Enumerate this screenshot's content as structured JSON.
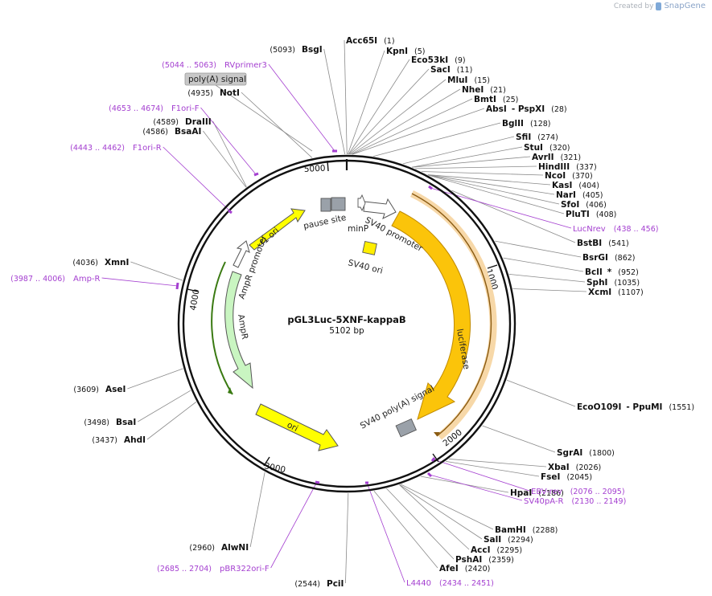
{
  "credit": {
    "prefix": "Created by",
    "brand": "SnapGene"
  },
  "plasmid": {
    "name": "pGL3Luc-5XNF-kappaB",
    "size_label": "5102 bp",
    "length": 5102
  },
  "ticks": [
    "1000",
    "2000",
    "3000",
    "4000",
    "5000"
  ],
  "features": [
    {
      "id": "luciferase",
      "label": "luciferase",
      "color": "#f6c40d"
    },
    {
      "id": "sv40-promoter",
      "label": "SV40 promoter",
      "color": "#ffffff"
    },
    {
      "id": "minp",
      "label": "minP",
      "color": "#ffffff"
    },
    {
      "id": "pause-site",
      "label": "pause site",
      "color": "#9aa1a9"
    },
    {
      "id": "sv40-ori",
      "label": "SV40 ori",
      "color": "#ffee00"
    },
    {
      "id": "sv40-polya",
      "label": "SV40 poly(A) signal",
      "color": "#9aa1a9"
    },
    {
      "id": "ori",
      "label": "ori",
      "color": "#ffff00"
    },
    {
      "id": "ampr",
      "label": "AmpR",
      "color": "#c9f5c1"
    },
    {
      "id": "ampr-promoter",
      "label": "AmpR promoter",
      "color": "#ffffff"
    },
    {
      "id": "f1-ori",
      "label": "f1 ori",
      "color": "#ffff00"
    }
  ],
  "polya_box": "poly(A) signal",
  "enzymes": [
    {
      "name": "Acc65I",
      "pos": "(1)",
      "star": ""
    },
    {
      "name": "KpnI",
      "pos": "(5)",
      "star": ""
    },
    {
      "name": "Eco53kI",
      "pos": "(9)",
      "star": ""
    },
    {
      "name": "SacI",
      "pos": "(11)",
      "star": ""
    },
    {
      "name": "MluI",
      "pos": "(15)",
      "star": ""
    },
    {
      "name": "NheI",
      "pos": "(21)",
      "star": ""
    },
    {
      "name": "BmtI",
      "pos": "(25)",
      "star": ""
    },
    {
      "name": "AbsI",
      "pos": "(28)",
      "star": "- PspXI"
    },
    {
      "name": "BglII",
      "pos": "(128)",
      "star": ""
    },
    {
      "name": "SfiI",
      "pos": "(274)",
      "star": ""
    },
    {
      "name": "StuI",
      "pos": "(320)",
      "star": ""
    },
    {
      "name": "AvrII",
      "pos": "(321)",
      "star": ""
    },
    {
      "name": "HindIII",
      "pos": "(337)",
      "star": ""
    },
    {
      "name": "NcoI",
      "pos": "(370)",
      "star": ""
    },
    {
      "name": "KasI",
      "pos": "(404)",
      "star": ""
    },
    {
      "name": "NarI",
      "pos": "(405)",
      "star": ""
    },
    {
      "name": "SfoI",
      "pos": "(406)",
      "star": ""
    },
    {
      "name": "PluTI",
      "pos": "(408)",
      "star": ""
    },
    {
      "name": "BstBI",
      "pos": "(541)",
      "star": ""
    },
    {
      "name": "BsrGI",
      "pos": "(862)",
      "star": ""
    },
    {
      "name": "BclI",
      "pos": "(952)",
      "star": "*"
    },
    {
      "name": "SphI",
      "pos": "(1035)",
      "star": ""
    },
    {
      "name": "XcmI",
      "pos": "(1107)",
      "star": ""
    },
    {
      "name": "EcoO109I",
      "pos": "(1551)",
      "star": "- PpuMI"
    },
    {
      "name": "SgrAI",
      "pos": "(1800)",
      "star": ""
    },
    {
      "name": "XbaI",
      "pos": "(2026)",
      "star": ""
    },
    {
      "name": "FseI",
      "pos": "(2045)",
      "star": ""
    },
    {
      "name": "HpaI",
      "pos": "(2186)",
      "star": ""
    },
    {
      "name": "BamHI",
      "pos": "(2288)",
      "star": ""
    },
    {
      "name": "SalI",
      "pos": "(2294)",
      "star": ""
    },
    {
      "name": "AccI",
      "pos": "(2295)",
      "star": ""
    },
    {
      "name": "PshAI",
      "pos": "(2359)",
      "star": ""
    },
    {
      "name": "AfeI",
      "pos": "(2420)",
      "star": ""
    },
    {
      "name": "PciI",
      "pos": "(2544)",
      "star": ""
    },
    {
      "name": "AlwNI",
      "pos": "(2960)",
      "star": ""
    },
    {
      "name": "AhdI",
      "pos": "(3437)",
      "star": ""
    },
    {
      "name": "BsaI",
      "pos": "(3498)",
      "star": ""
    },
    {
      "name": "AseI",
      "pos": "(3609)",
      "star": ""
    },
    {
      "name": "XmnI",
      "pos": "(4036)",
      "star": ""
    },
    {
      "name": "BsaAI",
      "pos": "(4586)",
      "star": ""
    },
    {
      "name": "DraIII",
      "pos": "(4589)",
      "star": ""
    },
    {
      "name": "NotI",
      "pos": "(4935)",
      "star": ""
    },
    {
      "name": "BsgI",
      "pos": "(5093)",
      "star": ""
    }
  ],
  "primers": [
    {
      "name": "LucNrev",
      "pos": "(438 .. 456)"
    },
    {
      "name": "EBV-rev",
      "pos": "(2076 .. 2095)"
    },
    {
      "name": "SV40pA-R",
      "pos": "(2130 .. 2149)"
    },
    {
      "name": "L4440",
      "pos": "(2434 .. 2451)"
    },
    {
      "name": "pBR322ori-F",
      "pos": "(2685 .. 2704)"
    },
    {
      "name": "Amp-R",
      "pos": "(3987 .. 4006)"
    },
    {
      "name": "F1ori-R",
      "pos": "(4443 .. 4462)"
    },
    {
      "name": "F1ori-F",
      "pos": "(4653 .. 4674)"
    },
    {
      "name": "RVprimer3",
      "pos": "(5044 .. 5063)"
    }
  ]
}
